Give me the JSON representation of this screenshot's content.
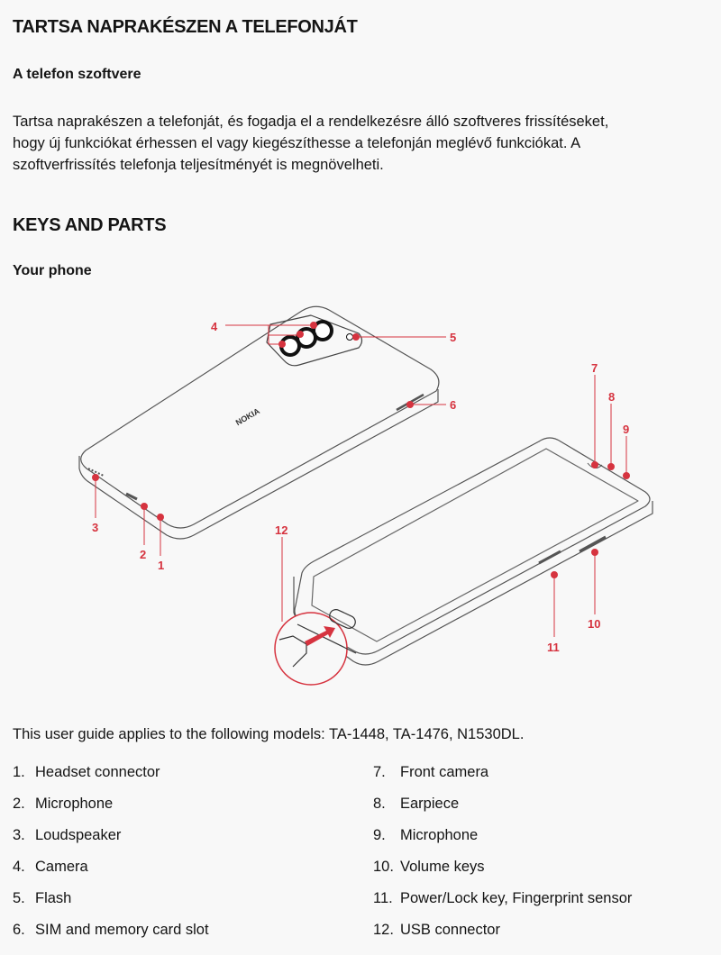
{
  "section1": {
    "title": "TARTSA NAPRAKÉSZEN A TELEFONJÁT",
    "subtitle": "A telefon szoftvere",
    "paragraph_lines": [
      "Tartsa naprakészen a telefonját, és fogadja el a rendelkezésre álló szoftveres frissítéseket,",
      "hogy új funkciókat érhessen el vagy kiegészíthesse a telefonján meglévő funkciókat. A",
      "szoftverfrissítés telefonja teljesítményét is megnövelheti."
    ]
  },
  "section2": {
    "title": "KEYS AND PARTS",
    "subtitle": "Your phone",
    "diagram": {
      "brand_logo": "NOKIA",
      "callouts": [
        "1",
        "2",
        "3",
        "4",
        "5",
        "6",
        "7",
        "8",
        "9",
        "10",
        "11",
        "12"
      ],
      "accent_color": "#d6333f"
    },
    "models_text": "This user guide applies to the following models: TA-1448, TA-1476, N1530DL.",
    "parts_left": [
      {
        "num": "1.",
        "label": "Headset connector"
      },
      {
        "num": "2.",
        "label": "Microphone"
      },
      {
        "num": "3.",
        "label": "Loudspeaker"
      },
      {
        "num": "4.",
        "label": "Camera"
      },
      {
        "num": "5.",
        "label": "Flash"
      },
      {
        "num": "6.",
        "label": "SIM and memory card slot"
      }
    ],
    "parts_right": [
      {
        "num": "7.",
        "label": "Front camera"
      },
      {
        "num": "8.",
        "label": "Earpiece"
      },
      {
        "num": "9.",
        "label": "Microphone"
      },
      {
        "num": "10.",
        "label": "Volume keys"
      },
      {
        "num": "11.",
        "label": "Power/Lock key, Fingerprint sensor"
      },
      {
        "num": "12.",
        "label": "USB connector"
      }
    ]
  }
}
